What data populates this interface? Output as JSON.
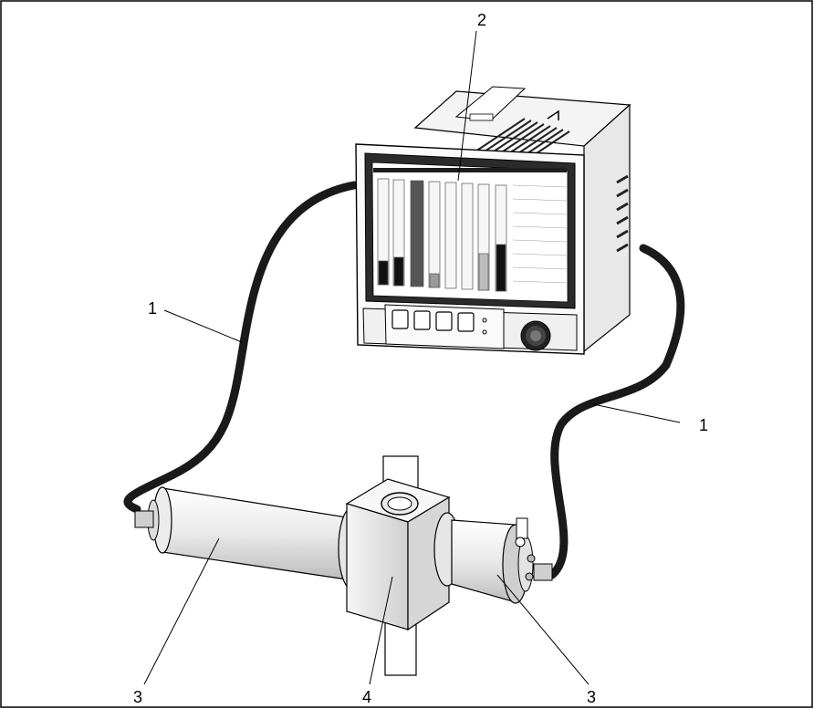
{
  "callouts": {
    "cable_left": "1",
    "cable_right": "1",
    "recorder": "2",
    "sensor_left": "3",
    "sensor_right": "3",
    "pipe_block": "4"
  },
  "colors": {
    "line": "#000000",
    "cable": "#1a1a1a",
    "body_light": "#f2f2f2",
    "body_mid": "#d9d9d9",
    "screen_dark": "#111111"
  }
}
